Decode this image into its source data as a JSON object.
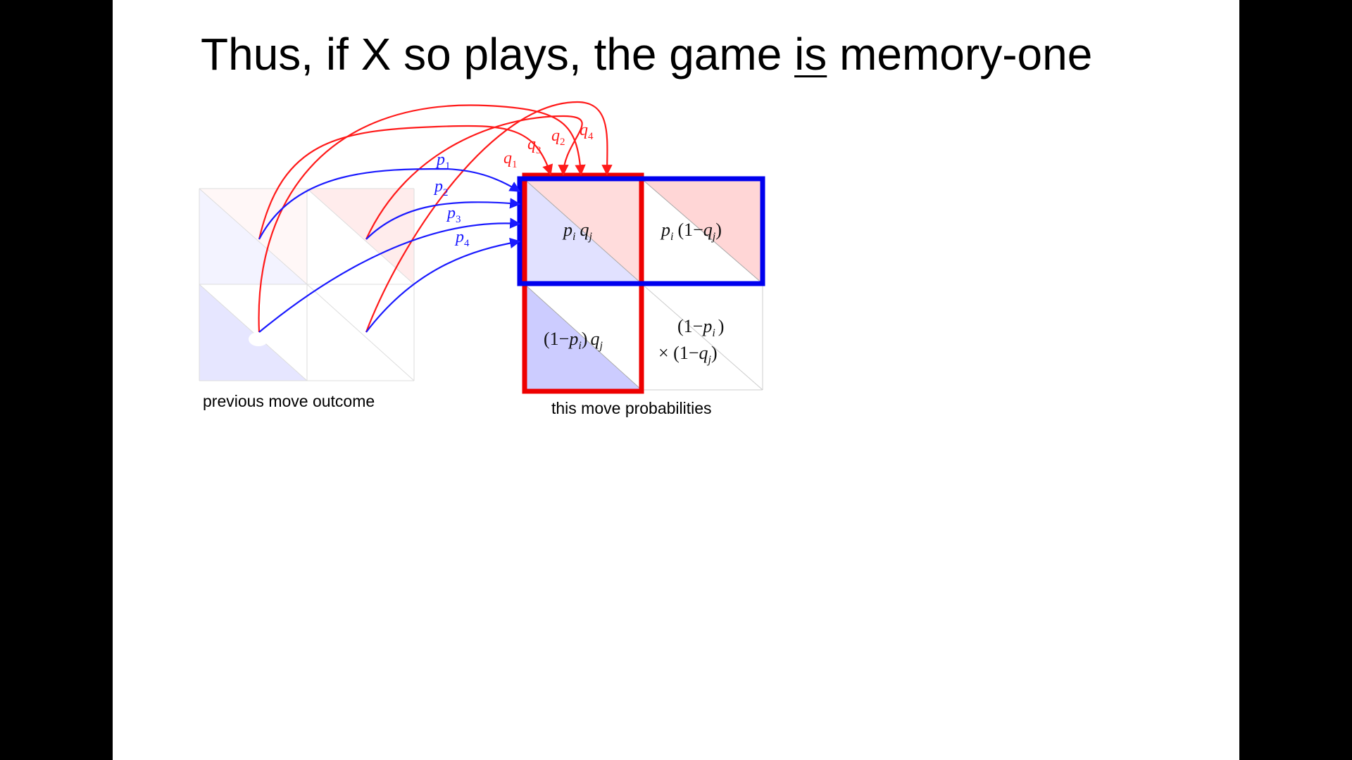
{
  "slide": {
    "title_before": "Thus, if X so plays, the game ",
    "title_emph": "is",
    "title_after": " memory-one"
  },
  "diagram": {
    "caption_left": "previous move outcome",
    "caption_right": "this move probabilities",
    "arrow_labels": {
      "p": [
        "p1",
        "p2",
        "p3",
        "p4"
      ],
      "q": [
        "q1",
        "q2",
        "q3",
        "q4"
      ]
    },
    "cells": {
      "top_left": "p_i q_j",
      "top_right": "p_i (1−q_j)",
      "bottom_left": "(1−p_i) q_j",
      "bottom_right_line1": "(1−p_i )",
      "bottom_right_line2": "× (1−q_j)"
    },
    "colors": {
      "p_arrows": "#1a1aff",
      "q_arrows": "#ff1a1a",
      "p_box": "#0000ee",
      "q_box": "#ee0000",
      "blue_fill": "#ccccff",
      "red_fill": "#ffd6d6"
    }
  }
}
